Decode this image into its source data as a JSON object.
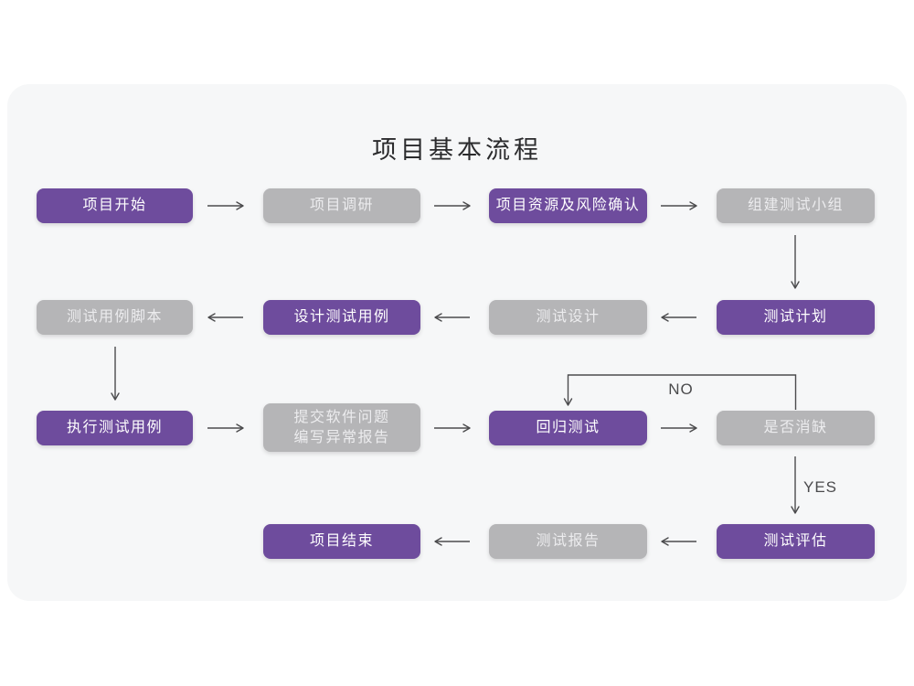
{
  "title": "项目基本流程",
  "colors": {
    "accent": "#6e4c9d",
    "accent-text": "#ffffff",
    "gray-box": "#b5b5b7",
    "gray-box-text": "#ececee",
    "arrow": "#4b4b4d",
    "title-color": "#2b2b2d",
    "card-bg": "#f6f7f8",
    "page-bg": "#ffffff"
  },
  "nodes": [
    {
      "id": "project-start",
      "label": "项目开始",
      "variant": "purple",
      "row": 1,
      "col": 1
    },
    {
      "id": "project-research",
      "label": "项目调研",
      "variant": "gray",
      "row": 1,
      "col": 2
    },
    {
      "id": "project-resources-risk",
      "label": "项目资源及风险确认",
      "variant": "purple",
      "row": 1,
      "col": 3
    },
    {
      "id": "build-test-team",
      "label": "组建测试小组",
      "variant": "gray",
      "row": 1,
      "col": 4
    },
    {
      "id": "test-case-script",
      "label": "测试用例脚本",
      "variant": "gray",
      "row": 2,
      "col": 1
    },
    {
      "id": "design-test-case",
      "label": "设计测试用例",
      "variant": "purple",
      "row": 2,
      "col": 2
    },
    {
      "id": "test-design",
      "label": "测试设计",
      "variant": "gray",
      "row": 2,
      "col": 3
    },
    {
      "id": "test-plan",
      "label": "测试计划",
      "variant": "purple",
      "row": 2,
      "col": 4
    },
    {
      "id": "execute-test-case",
      "label": "执行测试用例",
      "variant": "purple",
      "row": 3,
      "col": 1
    },
    {
      "id": "submit-issue-report",
      "label": "提交软件问题\n编写异常报告",
      "variant": "gray",
      "row": 3,
      "col": 2
    },
    {
      "id": "regression-test",
      "label": "回归测试",
      "variant": "purple",
      "row": 3,
      "col": 3
    },
    {
      "id": "defect-resolved-check",
      "label": "是否消缺",
      "variant": "gray",
      "row": 3,
      "col": 4
    },
    {
      "id": "project-end",
      "label": "项目结束",
      "variant": "purple",
      "row": 4,
      "col": 2
    },
    {
      "id": "test-report",
      "label": "测试报告",
      "variant": "gray",
      "row": 4,
      "col": 3
    },
    {
      "id": "test-evaluation",
      "label": "测试评估",
      "variant": "purple",
      "row": 4,
      "col": 4
    }
  ],
  "edges": [
    {
      "from": "project-start",
      "to": "project-research"
    },
    {
      "from": "project-research",
      "to": "project-resources-risk"
    },
    {
      "from": "project-resources-risk",
      "to": "build-test-team"
    },
    {
      "from": "build-test-team",
      "to": "test-plan"
    },
    {
      "from": "test-plan",
      "to": "test-design"
    },
    {
      "from": "test-design",
      "to": "design-test-case"
    },
    {
      "from": "design-test-case",
      "to": "test-case-script"
    },
    {
      "from": "test-case-script",
      "to": "execute-test-case"
    },
    {
      "from": "execute-test-case",
      "to": "submit-issue-report"
    },
    {
      "from": "submit-issue-report",
      "to": "regression-test"
    },
    {
      "from": "regression-test",
      "to": "defect-resolved-check"
    },
    {
      "from": "defect-resolved-check",
      "to": "regression-test",
      "label": "NO"
    },
    {
      "from": "defect-resolved-check",
      "to": "test-evaluation",
      "label": "YES"
    },
    {
      "from": "test-evaluation",
      "to": "test-report"
    },
    {
      "from": "test-report",
      "to": "project-end"
    }
  ]
}
